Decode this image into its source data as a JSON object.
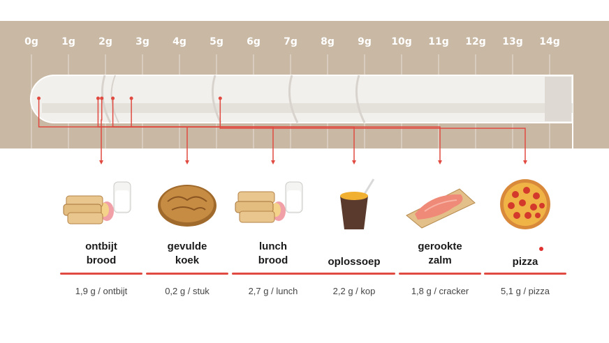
{
  "scale": {
    "ticks": [
      "0g",
      "1g",
      "2g",
      "3g",
      "4g",
      "5g",
      "6g",
      "7g",
      "8g",
      "9g",
      "10g",
      "11g",
      "12g",
      "13g",
      "14g"
    ]
  },
  "colors": {
    "band": "#c8b8a4",
    "tube": "#f2f0ed",
    "connector": "#e04a40",
    "underline": "#e04a40",
    "text": "#1a1a1a"
  },
  "items": [
    {
      "name_line1": "ontbijt",
      "name_line2": "brood",
      "amount": "1,9 g / ontbijt",
      "salt_g": 1.9,
      "icon": "bread-milk-icon"
    },
    {
      "name_line1": "gevulde",
      "name_line2": "koek",
      "amount": "0,2 g / stuk",
      "salt_g": 0.2,
      "icon": "almond-cake-icon"
    },
    {
      "name_line1": "lunch",
      "name_line2": "brood",
      "amount": "2,7 g / lunch",
      "salt_g": 2.7,
      "icon": "bread-milk-icon"
    },
    {
      "name_line1": "oplossoep",
      "name_line2": "",
      "amount": "2,2 g / kop",
      "salt_g": 2.2,
      "icon": "soup-cup-icon"
    },
    {
      "name_line1": "gerookte",
      "name_line2": "zalm",
      "amount": "1,8 g / cracker",
      "salt_g": 1.8,
      "icon": "salmon-cracker-icon"
    },
    {
      "name_line1": "pizza",
      "name_line2": "",
      "amount": "5,1 g / pizza",
      "salt_g": 5.1,
      "icon": "pizza-icon"
    }
  ]
}
